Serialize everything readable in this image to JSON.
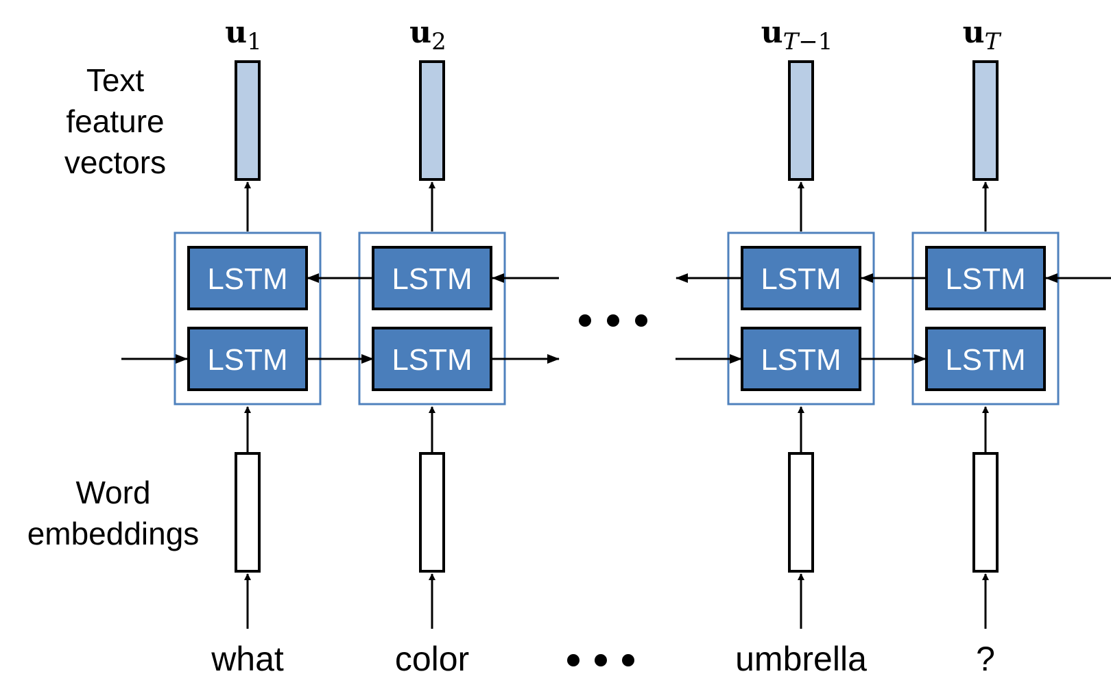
{
  "left_labels": {
    "text_feature_vectors": [
      "Text",
      "feature",
      "vectors"
    ],
    "word_embeddings": [
      "Word",
      "embeddings"
    ]
  },
  "outputs": [
    {
      "base": "u",
      "sub": "1"
    },
    {
      "base": "u",
      "sub": "2"
    },
    {
      "base": "u",
      "sub": "T−1",
      "sub_italic_part": "T",
      "sub_rest": "−1"
    },
    {
      "base": "u",
      "sub": "T"
    }
  ],
  "lstm_label": "LSTM",
  "words": [
    "what",
    "color",
    "umbrella",
    "?"
  ],
  "colors": {
    "lstm_fill": "#4a7ebb",
    "lstm_border": "#000000",
    "group_border": "#4f81bd",
    "feature_fill": "#b9cde5",
    "embedding_fill": "#ffffff",
    "lstm_text": "#ffffff"
  }
}
